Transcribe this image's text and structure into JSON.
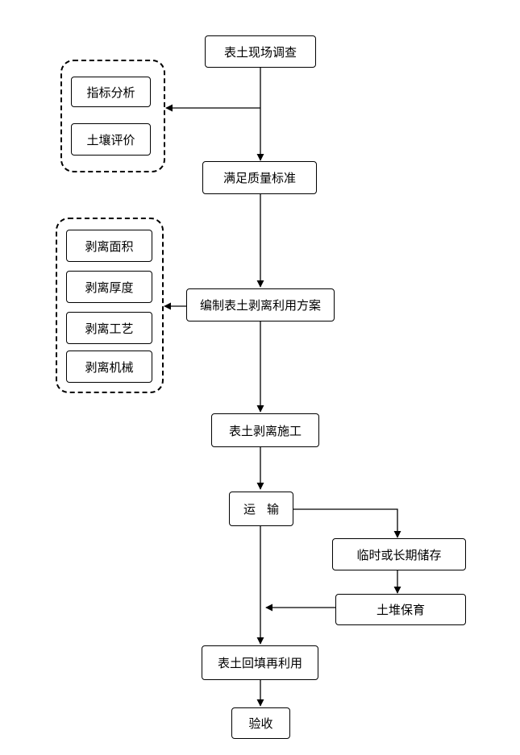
{
  "nodes": {
    "survey": "表土现场调查",
    "index_analysis": "指标分析",
    "soil_evaluation": "土壤评价",
    "quality_standard": "满足质量标准",
    "strip_plan": "编制表土剥离利用方案",
    "strip_area": "剥离面积",
    "strip_thickness": "剥离厚度",
    "strip_process": "剥离工艺",
    "strip_machinery": "剥离机械",
    "strip_construction": "表土剥离施工",
    "transport": "运输",
    "storage": "临时或长期储存",
    "conservation": "土堆保育",
    "backfill": "表土回填再利用",
    "acceptance": "验收"
  }
}
